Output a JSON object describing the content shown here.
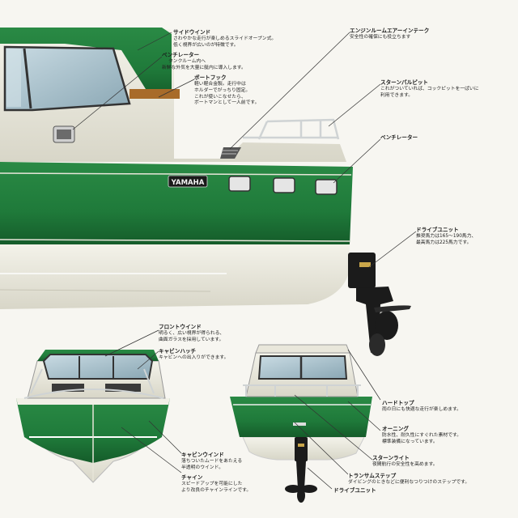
{
  "brand": {
    "hull_badge": "YAMAHA"
  },
  "colors": {
    "hull_green": "#1f7a3a",
    "hull_white": "#f1f0e6",
    "background": "#f7f6f1",
    "leader_line": "#333333",
    "drive_unit": "#1b1b1b"
  },
  "annotations": {
    "side_window": {
      "title": "サイドウインド",
      "lines": [
        "さわやかな走行が楽しめるスライドオープン式。",
        "低く視界が広いのが特徴です。"
      ]
    },
    "ventilator_top": {
      "title": "ベンチレーター",
      "lines": [
        "タンクルーム内へ",
        "新鮮な外気を大量に艇内に導入します。"
      ]
    },
    "boat_hook": {
      "title": "ボートフック",
      "lines": [
        "軽い軽合金製。走行中は",
        "ホルダーでがっちり固定。",
        "これが使いこなせたら、",
        "ボートマンとして一人前です。"
      ]
    },
    "engine_air_intake": {
      "title": "エンジンルームエアーインテーク",
      "lines": [
        "安全性の確保にも役立ちます"
      ]
    },
    "stern_pulpit": {
      "title": "スターンパルピット",
      "lines": [
        "これがついていれば、コックピットを一ぱいに",
        "利用できます。"
      ]
    },
    "ventilator_right": {
      "title": "ベンチレーター",
      "lines": []
    },
    "drive_unit_top": {
      "title": "ドライブユニット",
      "lines": [
        "推奨馬力は165〜190馬力、",
        "最高馬力は225馬力です。"
      ]
    },
    "front_window": {
      "title": "フロントウインド",
      "lines": [
        "明るく、広い視界が得られる、",
        "曲面ガラスを採用しています。"
      ]
    },
    "cabin_hatch": {
      "title": "キャビンハッチ",
      "lines": [
        "キャビンへの出入りができます。"
      ]
    },
    "cabin_window": {
      "title": "キャビンウインド",
      "lines": [
        "落ちついたムードをあたえる",
        "半透明のウインド。"
      ]
    },
    "chine": {
      "title": "チャイン",
      "lines": [
        "スピードアップを可能にした",
        "より改良のチャインラインです。"
      ]
    },
    "hardtop": {
      "title": "ハードトップ",
      "lines": [
        "雨の日にも快適な走行が楽しめます。"
      ]
    },
    "awning": {
      "title": "オーニング",
      "lines": [
        "防水性、耐久性にすぐれた素材です。",
        "標準装備になっています。"
      ]
    },
    "stern_light": {
      "title": "スターンライト",
      "lines": [
        "夜間航行の安全性を高めます。"
      ]
    },
    "transom_step": {
      "title": "トランサムステップ",
      "lines": [
        "ダイビングのときなどに便利なつりつけのステップです。"
      ]
    },
    "drive_unit_bottom": {
      "title": "ドライブユニット",
      "lines": []
    }
  }
}
